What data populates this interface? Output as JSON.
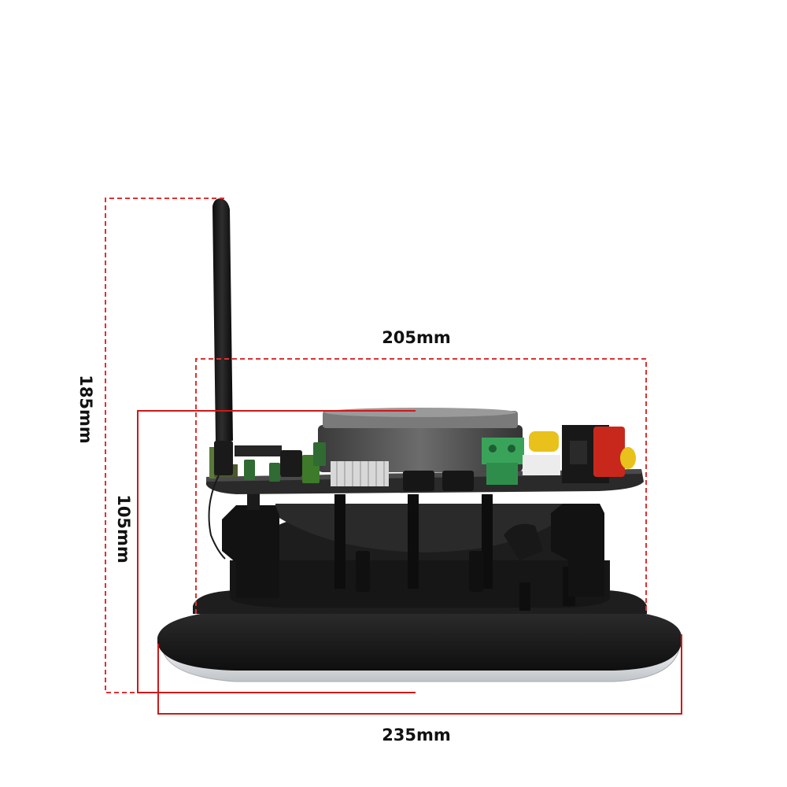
{
  "image": {
    "subject": "ceiling-speaker-side-view",
    "background": "#ffffff"
  },
  "dimensions": {
    "total_height": {
      "label": "185mm",
      "style": "dashed",
      "color": "#e03030"
    },
    "body_depth": {
      "label": "105mm",
      "style": "solid",
      "color": "#d01818"
    },
    "cutout_width": {
      "label": "205mm",
      "style": "dashed",
      "color": "#e03030"
    },
    "flange_width": {
      "label": "235mm",
      "style": "solid",
      "color": "#d01818"
    }
  },
  "colors": {
    "body": "#1b1b1b",
    "body_shadow": "#0c0c0c",
    "magnet": "#555555",
    "heatsink": "#d8d8d8",
    "terminal_green": "#3aa35a",
    "capacitor_green": "#2f6b33",
    "capacitor_yellow": "#e8c21a",
    "connector_red": "#c8281c",
    "trim_ring": "#e9ecef"
  }
}
